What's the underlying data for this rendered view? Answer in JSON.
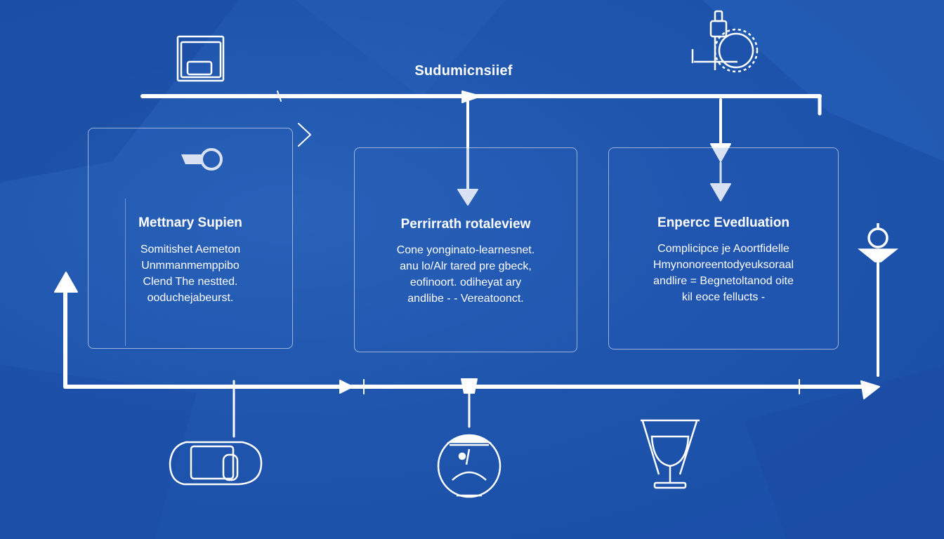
{
  "diagram": {
    "title": "Sudumicnsiief",
    "accent_color": "#ffffff",
    "background_color": "#1f55ad",
    "cards": [
      {
        "title": "Mettnary Supien",
        "lines": [
          "Somitishet Aemeton",
          "Unmmanmemppibo",
          "Clend The nestted.",
          "ooduchejabeurst."
        ],
        "icon": "key-icon"
      },
      {
        "title": "Perrirrath rotaleview",
        "lines": [
          "Cone yonginato-learnesnet.",
          "anu lo/Alr tared pre gbeck,",
          "eofinoort. odiheyat ary",
          "andlibe - - Vereatoonct."
        ],
        "icon": "arrow-down-marker-icon"
      },
      {
        "title": "Enpercc Evedluation",
        "lines": [
          "Complicipce je Aoortfidelle",
          "Hmynonoreentodyeuksoraal",
          "andlire = Begnetoltanod oite",
          "kil eoce fellucts -"
        ],
        "icon": "double-arrow-down-icon"
      }
    ],
    "icons": {
      "top_left": "folder-icon",
      "top_right": "machine-gear-icon",
      "bottom_left": "cloud-box-icon",
      "bottom_center": "globe-bowl-icon",
      "bottom_right": "goblet-icon",
      "right_node": "lightbulb-node-icon"
    }
  }
}
